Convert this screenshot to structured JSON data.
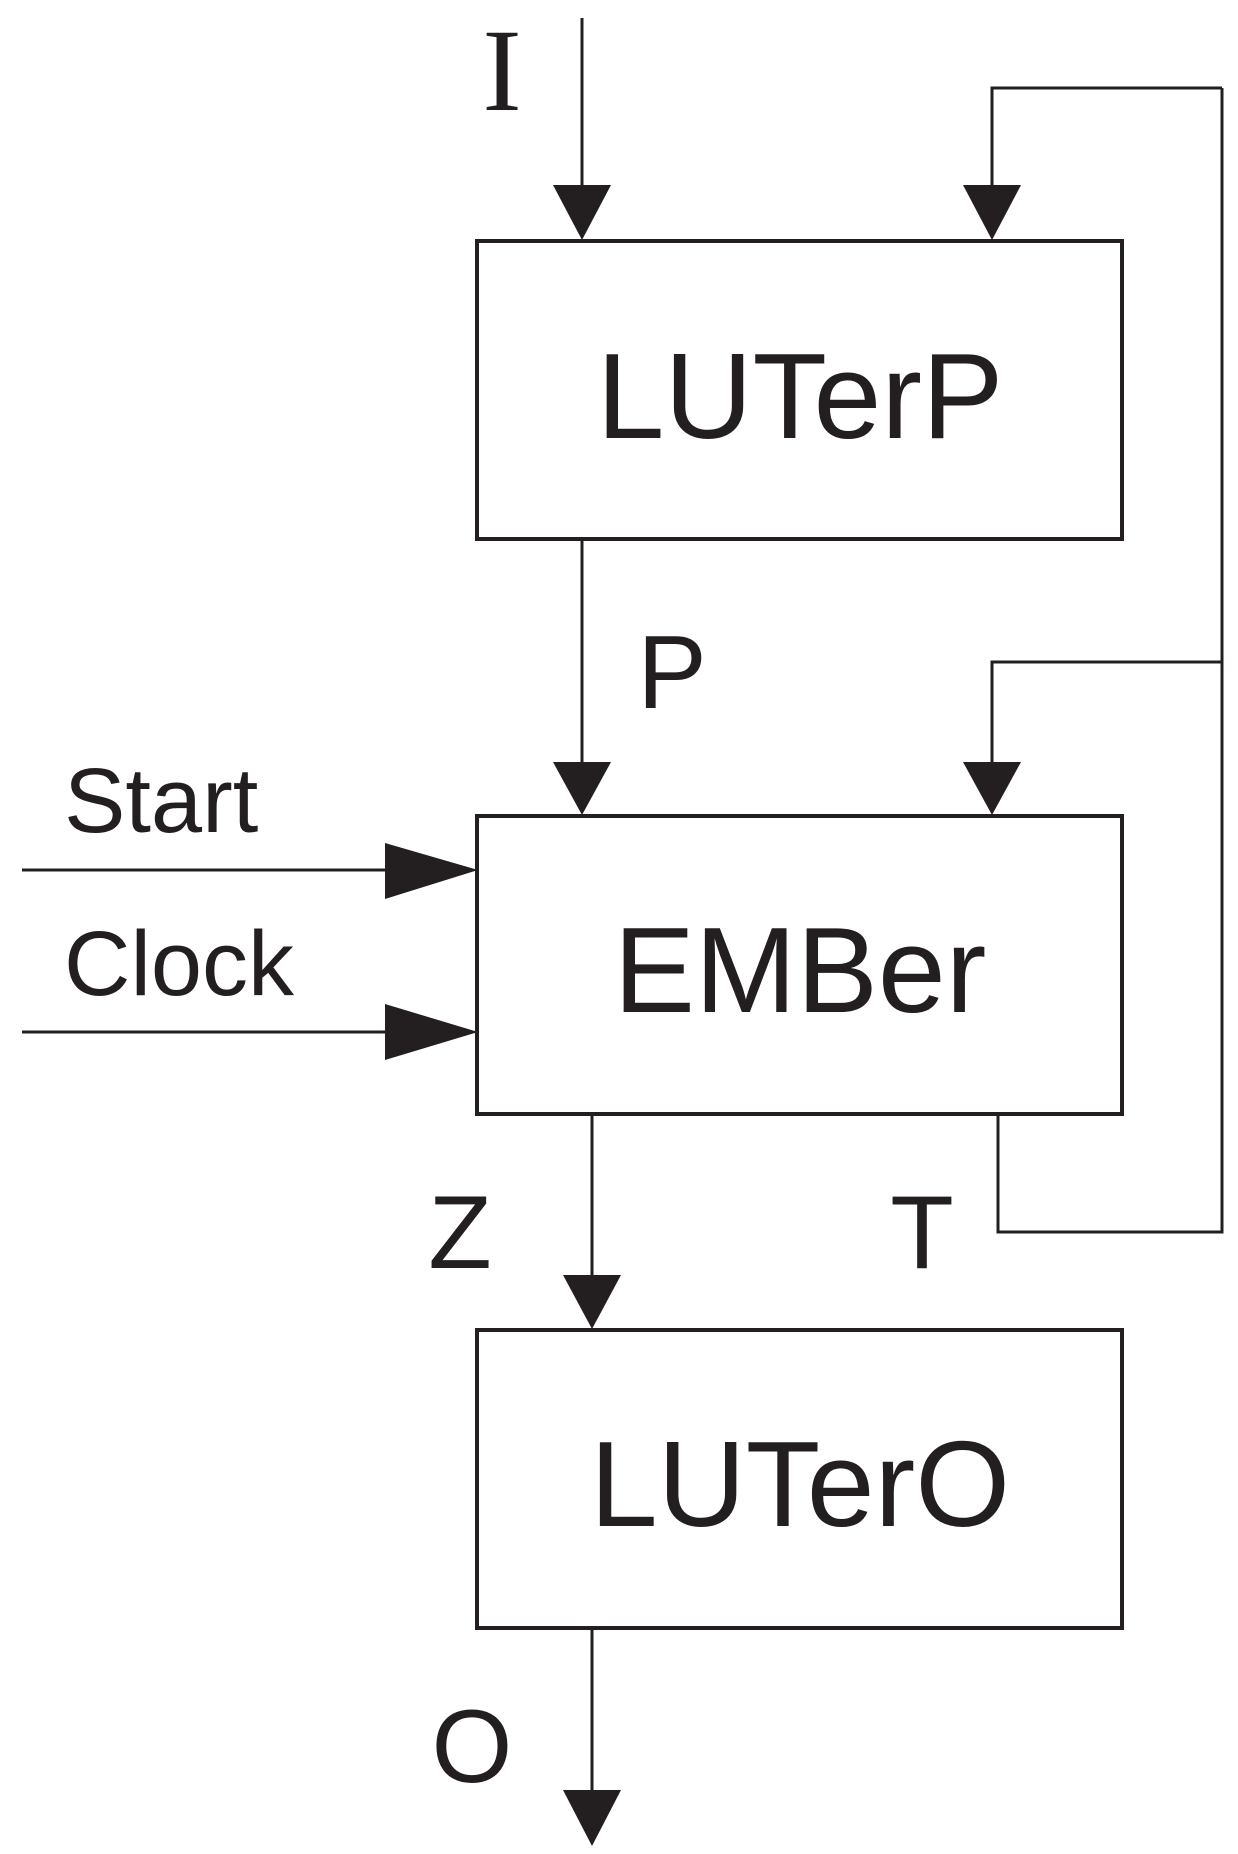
{
  "blocks": {
    "luterp": "LUTerP",
    "ember": "EMBer",
    "lutero": "LUTerO"
  },
  "signals": {
    "input": "I",
    "p": "P",
    "start": "Start",
    "clock": "Clock",
    "z": "Z",
    "t": "T",
    "output": "O"
  },
  "colors": {
    "ink": "#231f20",
    "background": "#ffffff"
  }
}
